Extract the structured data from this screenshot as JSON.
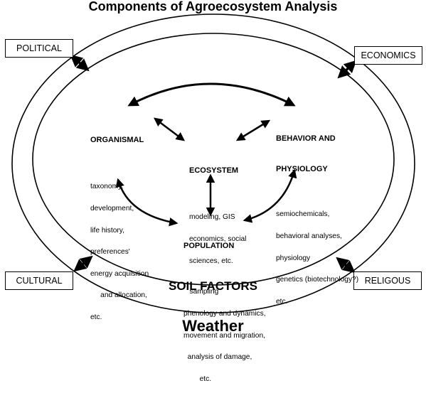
{
  "title": "Components of Agroecosystem Analysis",
  "outer_factors": {
    "political": "POLITICAL",
    "economics": "ECONOMICS",
    "cultural": "CULTURAL",
    "religous": "RELIGOUS"
  },
  "ring_label": "SOIL FACTORS",
  "footer_label": "Weather",
  "nodes": {
    "organismal": {
      "heading": "ORGANISMAL",
      "lines": [
        "taxonomy,",
        "development,",
        "life history,",
        "preferences'",
        "energy acquisition",
        "     and allocation,",
        "etc."
      ]
    },
    "behavior": {
      "heading": [
        "BEHAVIOR AND",
        "PHYSIOLOGY"
      ],
      "lines": [
        "semiochemicals,",
        "behavioral analyses,",
        "physiology",
        "genetics (biotechnology?)",
        "etc."
      ]
    },
    "ecosystem": {
      "heading": "ECOSYSTEM",
      "lines": [
        "modeling, GIS",
        "economics, social",
        "sciences, etc."
      ]
    },
    "population": {
      "heading": "POPULATION",
      "lines": [
        "   sampling",
        "phenology and dynamics,",
        "movement and migration,",
        "  analysis of damage,",
        "        etc."
      ]
    }
  }
}
